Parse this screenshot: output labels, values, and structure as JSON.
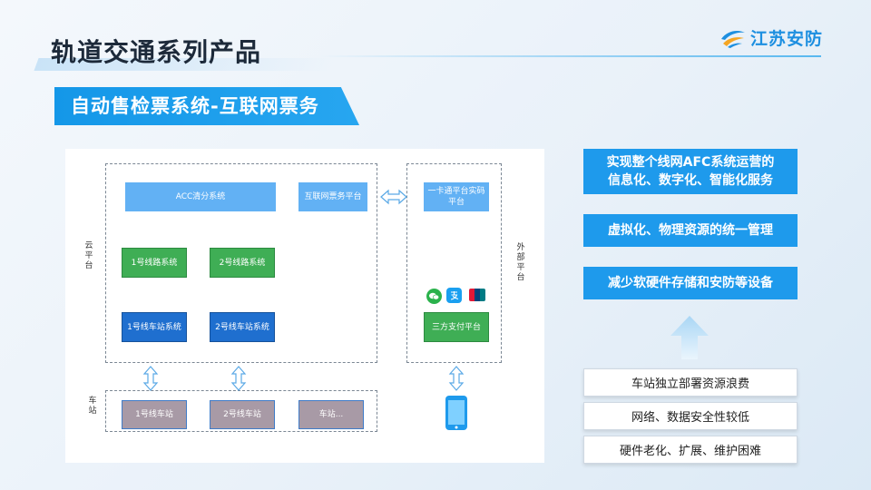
{
  "header": {
    "title": "轨道交通系列产品",
    "logo_text": "江苏安防"
  },
  "subtitle": "自动售检票系统-互联网票务",
  "diagram": {
    "cloud_label": "云平台",
    "external_label": "外部平台",
    "station_label": "车站",
    "acc": "ACC清分系统",
    "internet_ticket": "互联网票务平台",
    "card_platform": "一卡通平台实码平台",
    "line1": "1号线路系统",
    "line2": "2号线路系统",
    "line1_station_sys": "1号线车站系统",
    "line2_station_sys": "2号线车站系统",
    "third_party_pay": "三方支付平台",
    "station1": "1号线车站",
    "station2": "2号线车站",
    "station_more": "车站...",
    "pay_icons": [
      "wechat-pay-icon",
      "alipay-icon",
      "unionpay-icon"
    ],
    "phone_icon": "smartphone-icon"
  },
  "benefits": [
    "实现整个线网AFC系统运营的\n信息化、数字化、智能化服务",
    "虚拟化、物理资源的统一管理",
    "减少软硬件存储和安防等设备"
  ],
  "problems": [
    "车站独立部署资源浪费",
    "网络、数据安全性较低",
    "硬件老化、扩展、维护困难"
  ],
  "colors": {
    "accent": "#1e9aec",
    "green_node": "#3fae55",
    "dark_blue_node": "#1f6fcf",
    "light_blue_node": "#62b1f4",
    "gray_node": "#a89aa6"
  }
}
